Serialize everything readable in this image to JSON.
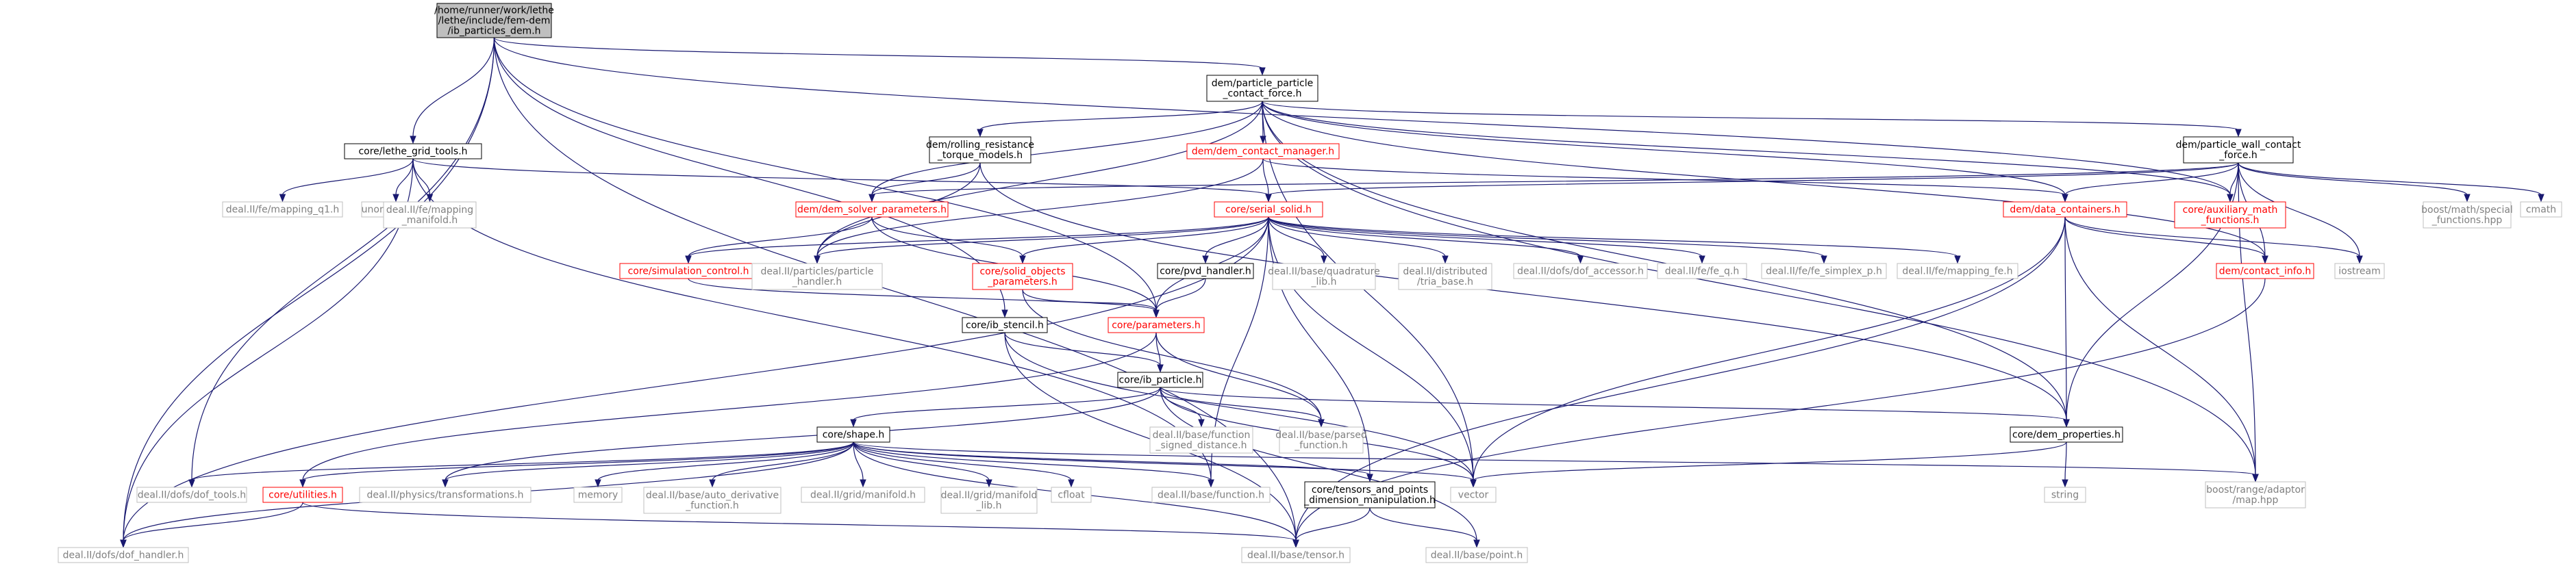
{
  "colors": {
    "edge": "#191970",
    "root_fill": "#bfbfbf",
    "black_border": "#000000",
    "red_border": "#ff0000",
    "gray_border": "#bfbfbf",
    "red_text": "#ff0000",
    "gray_text": "#808080",
    "black_text": "#000000"
  },
  "nodes": [
    {
      "id": "root",
      "lines": [
        "/home/runner/work/lethe",
        "/lethe/include/fem-dem",
        "/ib_particles_dem.h"
      ],
      "style": "root"
    },
    {
      "id": "ppcf",
      "lines": [
        "dem/particle_particle",
        "_contact_force.h"
      ],
      "style": "black"
    },
    {
      "id": "grid_tools",
      "lines": [
        "core/lethe_grid_tools.h"
      ],
      "style": "black"
    },
    {
      "id": "rolling",
      "lines": [
        "dem/rolling_resistance",
        "_torque_models.h"
      ],
      "style": "black"
    },
    {
      "id": "contact_mgr",
      "lines": [
        "dem/dem_contact_manager.h"
      ],
      "style": "red"
    },
    {
      "id": "pwcf",
      "lines": [
        "dem/particle_wall_contact",
        "_force.h"
      ],
      "style": "black"
    },
    {
      "id": "mapping_q1",
      "lines": [
        "deal.II/fe/mapping_q1.h"
      ],
      "style": "gray"
    },
    {
      "id": "unordered_set",
      "lines": [
        "unordered_set"
      ],
      "style": "gray"
    },
    {
      "id": "mapping_manifold",
      "lines": [
        "deal.II/fe/mapping",
        "_manifold.h"
      ],
      "style": "gray"
    },
    {
      "id": "solver_params",
      "lines": [
        "dem/dem_solver_parameters.h"
      ],
      "style": "red"
    },
    {
      "id": "serial_solid",
      "lines": [
        "core/serial_solid.h"
      ],
      "style": "red"
    },
    {
      "id": "data_containers",
      "lines": [
        "dem/data_containers.h"
      ],
      "style": "red"
    },
    {
      "id": "aux_math",
      "lines": [
        "core/auxiliary_math",
        "_functions.h"
      ],
      "style": "red"
    },
    {
      "id": "boost_special",
      "lines": [
        "boost/math/special",
        "_functions.hpp"
      ],
      "style": "gray"
    },
    {
      "id": "cmath",
      "lines": [
        "cmath"
      ],
      "style": "gray"
    },
    {
      "id": "sim_control",
      "lines": [
        "core/simulation_control.h"
      ],
      "style": "red"
    },
    {
      "id": "particle_handler",
      "lines": [
        "deal.II/particles/particle",
        "_handler.h"
      ],
      "style": "gray"
    },
    {
      "id": "solid_objects",
      "lines": [
        "core/solid_objects",
        "_parameters.h"
      ],
      "style": "red"
    },
    {
      "id": "pvd",
      "lines": [
        "core/pvd_handler.h"
      ],
      "style": "black"
    },
    {
      "id": "quadrature",
      "lines": [
        "deal.II/base/quadrature",
        "_lib.h"
      ],
      "style": "gray"
    },
    {
      "id": "tria_base",
      "lines": [
        "deal.II/distributed",
        "/tria_base.h"
      ],
      "style": "gray"
    },
    {
      "id": "dof_accessor",
      "lines": [
        "deal.II/dofs/dof_accessor.h"
      ],
      "style": "gray"
    },
    {
      "id": "fe_q",
      "lines": [
        "deal.II/fe/fe_q.h"
      ],
      "style": "gray"
    },
    {
      "id": "fe_simplex",
      "lines": [
        "deal.II/fe/fe_simplex_p.h"
      ],
      "style": "gray"
    },
    {
      "id": "mapping_fe",
      "lines": [
        "deal.II/fe/mapping_fe.h"
      ],
      "style": "gray"
    },
    {
      "id": "contact_info",
      "lines": [
        "dem/contact_info.h"
      ],
      "style": "red"
    },
    {
      "id": "iostream",
      "lines": [
        "iostream"
      ],
      "style": "gray"
    },
    {
      "id": "ib_stencil",
      "lines": [
        "core/ib_stencil.h"
      ],
      "style": "black"
    },
    {
      "id": "parameters",
      "lines": [
        "core/parameters.h"
      ],
      "style": "red"
    },
    {
      "id": "ib_particle",
      "lines": [
        "core/ib_particle.h"
      ],
      "style": "black"
    },
    {
      "id": "shape",
      "lines": [
        "core/shape.h"
      ],
      "style": "black"
    },
    {
      "id": "signed_distance",
      "lines": [
        "deal.II/base/function",
        "_signed_distance.h"
      ],
      "style": "gray"
    },
    {
      "id": "parsed_function",
      "lines": [
        "deal.II/base/parsed",
        "_function.h"
      ],
      "style": "gray"
    },
    {
      "id": "dem_properties",
      "lines": [
        "core/dem_properties.h"
      ],
      "style": "black"
    },
    {
      "id": "dof_tools",
      "lines": [
        "deal.II/dofs/dof_tools.h"
      ],
      "style": "gray"
    },
    {
      "id": "utilities",
      "lines": [
        "core/utilities.h"
      ],
      "style": "red"
    },
    {
      "id": "physics",
      "lines": [
        "deal.II/physics/transformations.h"
      ],
      "style": "gray"
    },
    {
      "id": "memory",
      "lines": [
        "memory"
      ],
      "style": "gray"
    },
    {
      "id": "auto_deriv",
      "lines": [
        "deal.II/base/auto_derivative",
        "_function.h"
      ],
      "style": "gray"
    },
    {
      "id": "manifold",
      "lines": [
        "deal.II/grid/manifold.h"
      ],
      "style": "gray"
    },
    {
      "id": "manifold_lib",
      "lines": [
        "deal.II/grid/manifold",
        "_lib.h"
      ],
      "style": "gray"
    },
    {
      "id": "cfloat",
      "lines": [
        "cfloat"
      ],
      "style": "gray"
    },
    {
      "id": "function",
      "lines": [
        "deal.II/base/function.h"
      ],
      "style": "gray"
    },
    {
      "id": "tensors",
      "lines": [
        "core/tensors_and_points",
        "_dimension_manipulation.h"
      ],
      "style": "black"
    },
    {
      "id": "vector",
      "lines": [
        "vector"
      ],
      "style": "gray"
    },
    {
      "id": "string",
      "lines": [
        "string"
      ],
      "style": "gray"
    },
    {
      "id": "boost_map",
      "lines": [
        "boost/range/adaptor",
        "/map.hpp"
      ],
      "style": "gray"
    },
    {
      "id": "dof_handler",
      "lines": [
        "deal.II/dofs/dof_handler.h"
      ],
      "style": "gray"
    },
    {
      "id": "tensor",
      "lines": [
        "deal.II/base/tensor.h"
      ],
      "style": "gray"
    },
    {
      "id": "point",
      "lines": [
        "deal.II/base/point.h"
      ],
      "style": "gray"
    }
  ],
  "edges": [
    [
      "root",
      "ppcf"
    ],
    [
      "root",
      "grid_tools"
    ],
    [
      "root",
      "dof_tools"
    ],
    [
      "root",
      "dof_handler"
    ],
    [
      "root",
      "ib_stencil"
    ],
    [
      "root",
      "parameters"
    ],
    [
      "root",
      "tensor"
    ],
    [
      "root",
      "aux_math"
    ],
    [
      "ppcf",
      "rolling"
    ],
    [
      "ppcf",
      "contact_mgr"
    ],
    [
      "ppcf",
      "pwcf"
    ],
    [
      "ppcf",
      "solver_params"
    ],
    [
      "ppcf",
      "particle_handler"
    ],
    [
      "ppcf",
      "data_containers"
    ],
    [
      "ppcf",
      "aux_math"
    ],
    [
      "ppcf",
      "contact_info"
    ],
    [
      "ppcf",
      "dem_properties"
    ],
    [
      "ppcf",
      "vector"
    ],
    [
      "ppcf",
      "boost_map"
    ],
    [
      "grid_tools",
      "mapping_q1"
    ],
    [
      "grid_tools",
      "unordered_set"
    ],
    [
      "grid_tools",
      "mapping_manifold"
    ],
    [
      "grid_tools",
      "serial_solid"
    ],
    [
      "grid_tools",
      "dof_handler"
    ],
    [
      "grid_tools",
      "function"
    ],
    [
      "rolling",
      "solver_params"
    ],
    [
      "rolling",
      "particle_handler"
    ],
    [
      "rolling",
      "dem_properties"
    ],
    [
      "contact_mgr",
      "serial_solid"
    ],
    [
      "contact_mgr",
      "data_containers"
    ],
    [
      "contact_mgr",
      "particle_handler"
    ],
    [
      "pwcf",
      "solver_params"
    ],
    [
      "pwcf",
      "serial_solid"
    ],
    [
      "pwcf",
      "data_containers"
    ],
    [
      "pwcf",
      "aux_math"
    ],
    [
      "pwcf",
      "boost_special"
    ],
    [
      "pwcf",
      "cmath"
    ],
    [
      "pwcf",
      "contact_info"
    ],
    [
      "pwcf",
      "iostream"
    ],
    [
      "pwcf",
      "dem_properties"
    ],
    [
      "pwcf",
      "boost_map"
    ],
    [
      "solver_params",
      "sim_control"
    ],
    [
      "solver_params",
      "solid_objects"
    ],
    [
      "solver_params",
      "parameters"
    ],
    [
      "serial_solid",
      "sim_control"
    ],
    [
      "serial_solid",
      "particle_handler"
    ],
    [
      "serial_solid",
      "solid_objects"
    ],
    [
      "serial_solid",
      "pvd"
    ],
    [
      "serial_solid",
      "quadrature"
    ],
    [
      "serial_solid",
      "tria_base"
    ],
    [
      "serial_solid",
      "dof_accessor"
    ],
    [
      "serial_solid",
      "fe_q"
    ],
    [
      "serial_solid",
      "fe_simplex"
    ],
    [
      "serial_solid",
      "mapping_fe"
    ],
    [
      "serial_solid",
      "dof_handler"
    ],
    [
      "serial_solid",
      "tensors"
    ],
    [
      "serial_solid",
      "function"
    ],
    [
      "serial_solid",
      "vector"
    ],
    [
      "serial_solid",
      "parameters"
    ],
    [
      "data_containers",
      "contact_info"
    ],
    [
      "data_containers",
      "dem_properties"
    ],
    [
      "data_containers",
      "iostream"
    ],
    [
      "data_containers",
      "boost_map"
    ],
    [
      "data_containers",
      "tensor"
    ],
    [
      "data_containers",
      "vector"
    ],
    [
      "sim_control",
      "parameters"
    ],
    [
      "solid_objects",
      "parameters"
    ],
    [
      "solid_objects",
      "parsed_function"
    ],
    [
      "pvd",
      "parameters"
    ],
    [
      "contact_info",
      "tensor"
    ],
    [
      "ib_stencil",
      "ib_particle"
    ],
    [
      "ib_stencil",
      "tensor"
    ],
    [
      "ib_stencil",
      "vector"
    ],
    [
      "parameters",
      "ib_particle"
    ],
    [
      "parameters",
      "parsed_function"
    ],
    [
      "parameters",
      "utilities"
    ],
    [
      "ib_particle",
      "shape"
    ],
    [
      "ib_particle",
      "signed_distance"
    ],
    [
      "ib_particle",
      "parsed_function"
    ],
    [
      "ib_particle",
      "dem_properties"
    ],
    [
      "ib_particle",
      "physics"
    ],
    [
      "ib_particle",
      "point"
    ],
    [
      "ib_particle",
      "vector"
    ],
    [
      "shape",
      "dof_tools"
    ],
    [
      "shape",
      "utilities"
    ],
    [
      "shape",
      "physics"
    ],
    [
      "shape",
      "memory"
    ],
    [
      "shape",
      "auto_deriv"
    ],
    [
      "shape",
      "manifold"
    ],
    [
      "shape",
      "manifold_lib"
    ],
    [
      "shape",
      "cfloat"
    ],
    [
      "shape",
      "function"
    ],
    [
      "shape",
      "tensors"
    ],
    [
      "shape",
      "vector"
    ],
    [
      "shape",
      "boost_map"
    ],
    [
      "shape",
      "dof_handler"
    ],
    [
      "shape",
      "tensor"
    ],
    [
      "utilities",
      "dof_handler"
    ],
    [
      "utilities",
      "tensor"
    ],
    [
      "tensors",
      "tensor"
    ],
    [
      "tensors",
      "point"
    ],
    [
      "dem_properties",
      "string"
    ],
    [
      "dem_properties",
      "vector"
    ]
  ]
}
